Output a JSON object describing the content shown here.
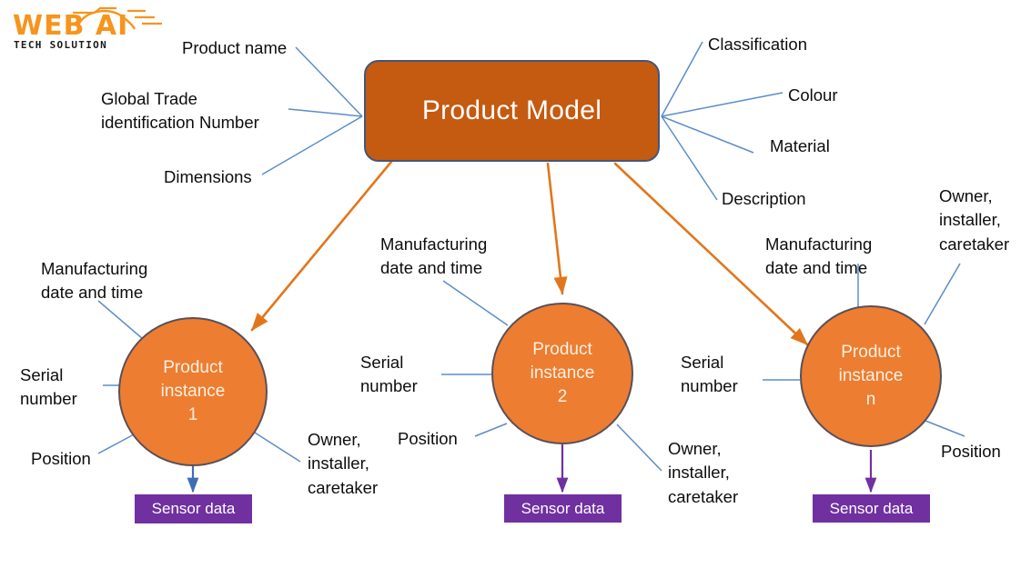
{
  "logo": {
    "word": "WEB AI",
    "subtitle": "TECH SOLUTION",
    "color": "#F7941E"
  },
  "colors": {
    "model_fill": "#C55A11",
    "model_border": "#41577B",
    "instance_fill": "#ED7D31",
    "instance_border": "#585058",
    "sensor_fill": "#7030A0",
    "connector_blue": "#5B8DC8",
    "arrow_orange": "#E2761B",
    "arrow_blue": "#3F6EB5",
    "arrow_purple": "#7030A0",
    "text": "#0d0d0d"
  },
  "model": {
    "label": "Product Model",
    "left_attributes": [
      "Product name",
      "Global Trade\nidentification Number",
      "Dimensions"
    ],
    "right_attributes": [
      "Classification",
      "Colour",
      "Material",
      "Description"
    ]
  },
  "instances": [
    {
      "id": "product-instance-1",
      "label_lines": [
        "Product",
        "instance",
        "1"
      ],
      "sensor_label": "Sensor data",
      "attributes": [
        {
          "name": "manufacturing-date-and-time",
          "text": "Manufacturing\ndate and time"
        },
        {
          "name": "serial-number",
          "text": "Serial\nnumber"
        },
        {
          "name": "position",
          "text": "Position"
        },
        {
          "name": "owner-installer-caretaker",
          "text": "Owner,\ninstaller,\ncaretaker"
        }
      ]
    },
    {
      "id": "product-instance-2",
      "label_lines": [
        "Product",
        "instance",
        "2"
      ],
      "sensor_label": "Sensor data",
      "attributes": [
        {
          "name": "manufacturing-date-and-time",
          "text": "Manufacturing\ndate and time"
        },
        {
          "name": "serial-number",
          "text": "Serial\nnumber"
        },
        {
          "name": "position",
          "text": "Position"
        },
        {
          "name": "owner-installer-caretaker",
          "text": "Owner,\ninstaller,\ncaretaker"
        }
      ]
    },
    {
      "id": "product-instance-n",
      "label_lines": [
        "Product",
        "instance",
        "n"
      ],
      "sensor_label": "Sensor data",
      "attributes": [
        {
          "name": "manufacturing-date-and-time",
          "text": "Manufacturing\ndate and time"
        },
        {
          "name": "serial-number",
          "text": "Serial\nnumber"
        },
        {
          "name": "position",
          "text": "Position"
        },
        {
          "name": "owner-installer-caretaker",
          "text": "Owner,\ninstaller,\ncaretaker"
        }
      ]
    }
  ]
}
